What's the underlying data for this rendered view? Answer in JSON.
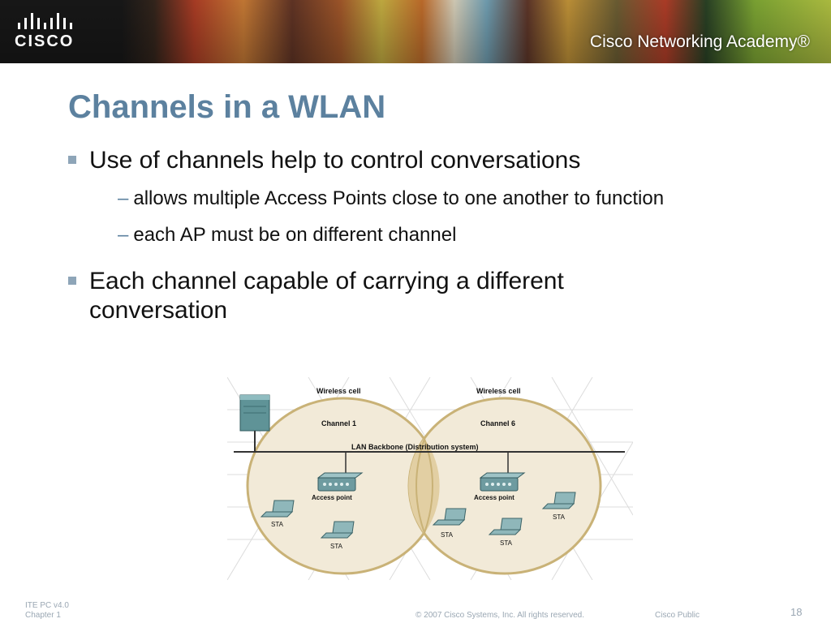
{
  "header": {
    "logo_text": "CISCO",
    "academy_text": "Cisco Networking Academy®"
  },
  "slide": {
    "title": "Channels in a WLAN",
    "bullets": [
      {
        "text": "Use of channels help to control conversations",
        "subs": [
          "allows multiple Access Points close to one another to function",
          "each AP must be on different channel"
        ]
      },
      {
        "text": "Each channel capable of carrying a different conversation",
        "subs": []
      }
    ],
    "sub_marker": "–"
  },
  "diagram": {
    "cell_left": {
      "label": "Wireless cell",
      "channel": "Channel 1"
    },
    "cell_right": {
      "label": "Wireless cell",
      "channel": "Channel 6"
    },
    "backbone_label": "LAN Backbone (Distribution system)",
    "ap_label": "Access point",
    "sta_label": "STA",
    "colors": {
      "cell_fill": "#f2ead8",
      "cell_stroke": "#c9b277",
      "overlap": "#e2cfa3",
      "ap": "#6e9ba0"
    }
  },
  "footer": {
    "line1": "ITE PC v4.0",
    "line2": "Chapter 1",
    "copyright": "© 2007 Cisco Systems, Inc. All rights reserved.",
    "classification": "Cisco Public",
    "page_number": "18"
  }
}
